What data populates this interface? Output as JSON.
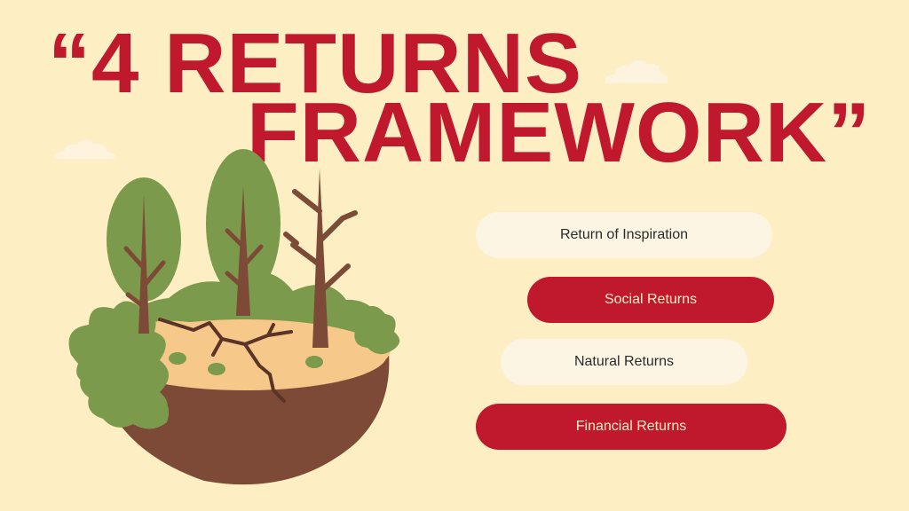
{
  "slide": {
    "title_line_1": "“4 RETURNS",
    "title_line_2": "FRAMEWORK”",
    "returns": [
      {
        "label": "Return of Inspiration",
        "style": "light"
      },
      {
        "label": "Social Returns",
        "style": "dark"
      },
      {
        "label": "Natural Returns",
        "style": "light"
      },
      {
        "label": "Financial Returns",
        "style": "dark"
      }
    ]
  },
  "colors": {
    "background": "#fdeec4",
    "accent_red": "#c0182d",
    "pill_light": "#fdf5e4",
    "leaf_green": "#7c9a4c",
    "soil_brown": "#7c4a36",
    "sand": "#f6c98a"
  },
  "icons": [
    "cloud-icon",
    "floating-island-illustration",
    "tree-icon",
    "dead-tree-icon",
    "ground-crack-icon"
  ]
}
